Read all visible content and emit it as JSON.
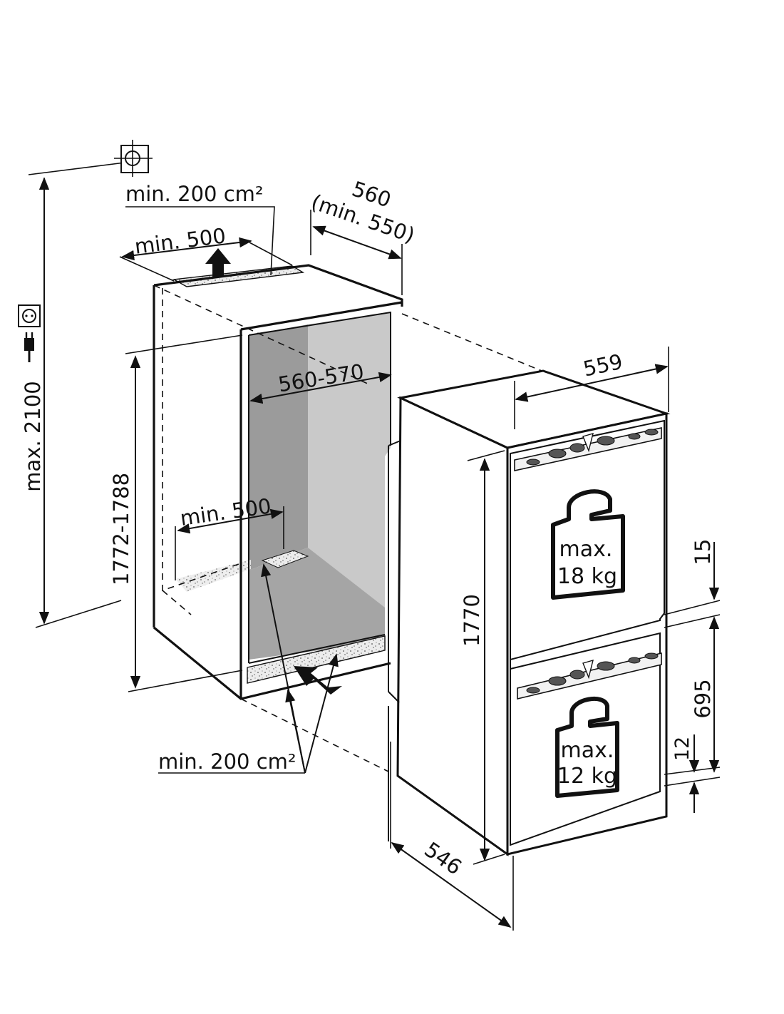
{
  "labels": {
    "vent_top_area": "min. 200 cm²",
    "top_depth": "min. 500",
    "niche_width_line1": "560",
    "niche_width_line2": "(min. 550)",
    "total_height": "max. 2100",
    "niche_height": "1772-1788",
    "inner_width": "560-570",
    "inner_depth": "min. 500",
    "vent_bottom_area": "min. 200 cm²",
    "appliance_width": "559",
    "appliance_height": "1770",
    "appliance_depth": "546",
    "gap_upper": "15",
    "lower_door_height": "695",
    "gap_lower": "12"
  },
  "weights": {
    "upper_line1": "max.",
    "upper_line2": "18 kg",
    "lower_line1": "max.",
    "lower_line2": "12 kg"
  },
  "icons": [
    "drain-crosshair-icon",
    "socket-icon",
    "plug-icon",
    "weight-icon",
    "airflow-arrow-icon"
  ],
  "colors": {
    "line": "#111111",
    "niche_interior_dark": "#9a9a9a",
    "niche_interior_light": "#c8c8c8",
    "niche_floor": "#a6a6a6",
    "vent_pattern": "#e6e6e6"
  }
}
